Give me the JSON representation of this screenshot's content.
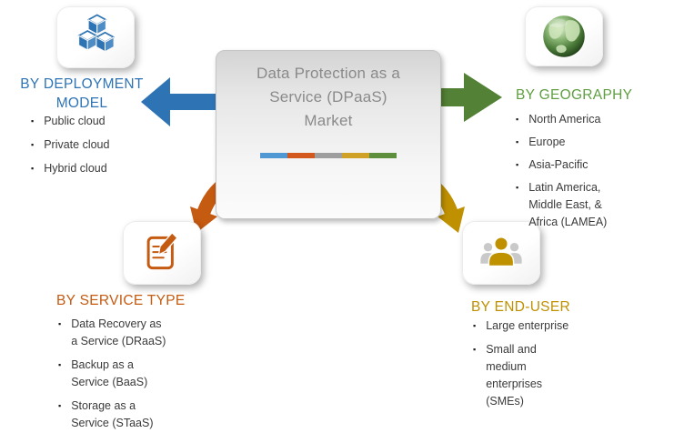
{
  "center": {
    "title": "Data Protection as a\nService (DPaaS)\nMarket",
    "bar_colors": [
      "#4f98d3",
      "#d2581e",
      "#9e9e9e",
      "#cfa127",
      "#5d8f3c"
    ]
  },
  "sections": {
    "deployment": {
      "heading": "BY DEPLOYMENT\nMODEL",
      "color": "#2e74b5",
      "icon": "cubes-icon",
      "items": [
        "Public cloud",
        "Private cloud",
        "Hybrid cloud"
      ]
    },
    "geography": {
      "heading": "BY GEOGRAPHY",
      "color": "#5f9e41",
      "icon": "globe-icon",
      "items": [
        "North America",
        "Europe",
        "Asia-Pacific",
        "Latin America,\nMiddle East, &\nAfrica (LAMEA)"
      ]
    },
    "service": {
      "heading": "BY SERVICE TYPE",
      "color": "#c55a11",
      "icon": "document-pencil-icon",
      "items": [
        "Data Recovery as\na Service (DRaaS)",
        "Backup as a\nService (BaaS)",
        "Storage as a\nService (STaaS)"
      ]
    },
    "enduser": {
      "heading": "BY END-USER",
      "color": "#bf9000",
      "icon": "people-icon",
      "items": [
        "Large enterprise",
        "Small and\nmedium\nenterprises\n(SMEs)"
      ]
    }
  },
  "arrows": {
    "left_color": "#2e74b5",
    "right_color": "#538135",
    "down_left_color": "#c55a11",
    "down_right_color": "#bf9000"
  }
}
